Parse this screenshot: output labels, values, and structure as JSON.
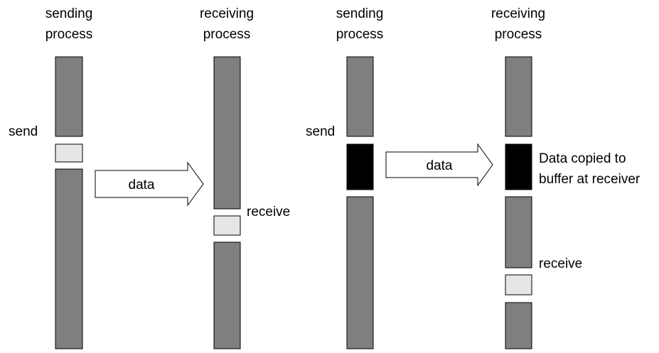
{
  "left_scenario": {
    "sender_title": [
      "sending",
      "process"
    ],
    "receiver_title": [
      "receiving",
      "process"
    ],
    "send_label": "send",
    "arrow_label": "data",
    "receive_label": "receive"
  },
  "right_scenario": {
    "sender_title": [
      "sending",
      "process"
    ],
    "receiver_title": [
      "receiving",
      "process"
    ],
    "send_label": "send",
    "arrow_label": "data",
    "copy_note": [
      "Data copied to",
      "buffer at receiver"
    ],
    "receive_label": "receive"
  },
  "colors": {
    "busy": "#7f7f7f",
    "blocked": "#e6e6e6",
    "copy": "#000000"
  }
}
